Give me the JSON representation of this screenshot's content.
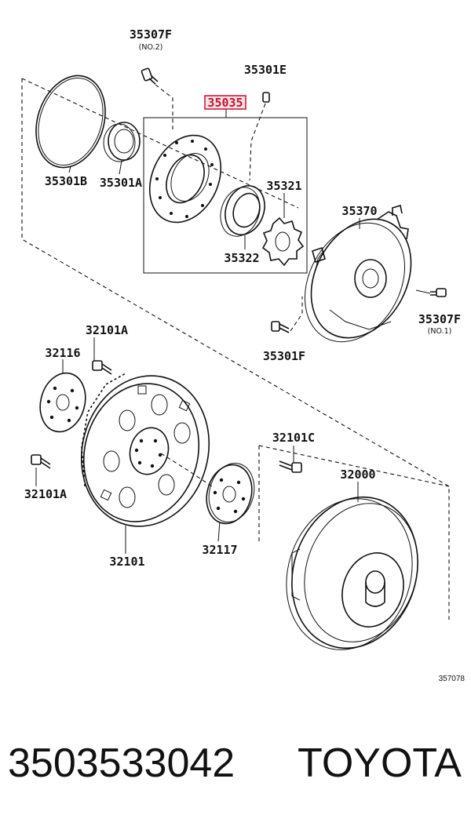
{
  "diagram": {
    "highlight_color": "#c8102e",
    "highlighted_part": "35035",
    "labels": {
      "p35307F_top": "35307F",
      "p35307F_top_sub": "(NO.2)",
      "p35301E": "35301E",
      "p35035": "35035",
      "p35301B": "35301B",
      "p35301A": "35301A",
      "p35321": "35321",
      "p35370": "35370",
      "p35322": "35322",
      "p35307F_right": "35307F",
      "p35307F_right_sub": "(NO.1)",
      "p35301F": "35301F",
      "p32101A_top": "32101A",
      "p32116": "32116",
      "p32101C": "32101C",
      "p32000": "32000",
      "p32101A_left": "32101A",
      "p32117": "32117",
      "p32101": "32101"
    },
    "reference_number": "357078"
  },
  "footer": {
    "part_number": "3503533042",
    "brand": "TOYOTA"
  }
}
